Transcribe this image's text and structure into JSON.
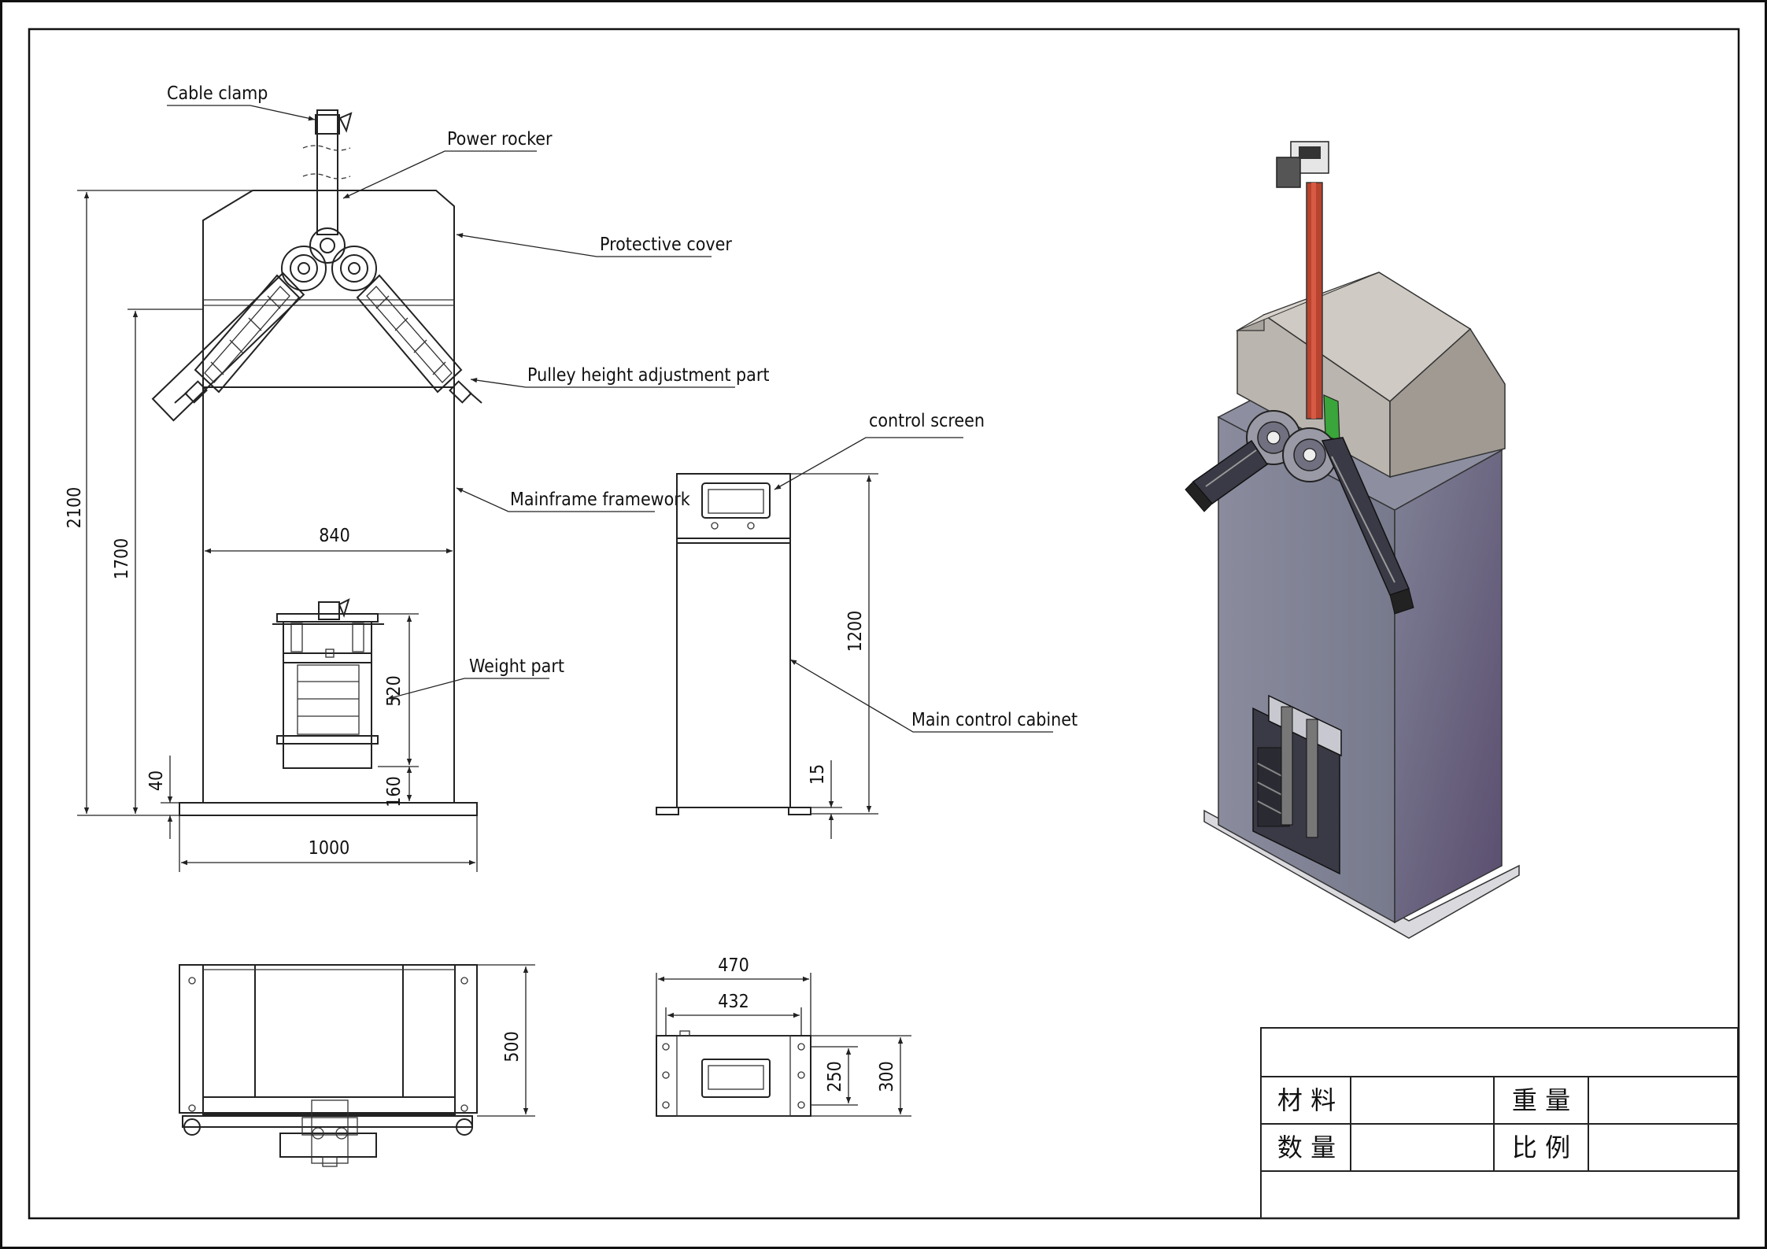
{
  "labels": {
    "cable_clamp": "Cable clamp",
    "power_rocker": "Power rocker",
    "protective_cover": "Protective cover",
    "pulley_height": "Pulley height adjustment part",
    "mainframe": "Mainframe framework",
    "weight_part": "Weight part",
    "control_screen": "control screen",
    "main_cabinet": "Main control cabinet"
  },
  "dimensions": {
    "d2100": "2100",
    "d1700": "1700",
    "d840": "840",
    "d520": "520",
    "d40": "40",
    "d160": "160",
    "d1000": "1000",
    "d1200": "1200",
    "d15": "15",
    "d500": "500",
    "d470": "470",
    "d432": "432",
    "d250": "250",
    "d300": "300"
  },
  "title_block": {
    "material": "材 料",
    "weight": "重 量",
    "quantity": "数 量",
    "scale": "比 例"
  },
  "colors": {
    "rocker_red": "#b8432f",
    "cabinet_body": "#6e6b86",
    "cover_grey": "#b9b4ad",
    "green_part": "#3aa53a"
  }
}
